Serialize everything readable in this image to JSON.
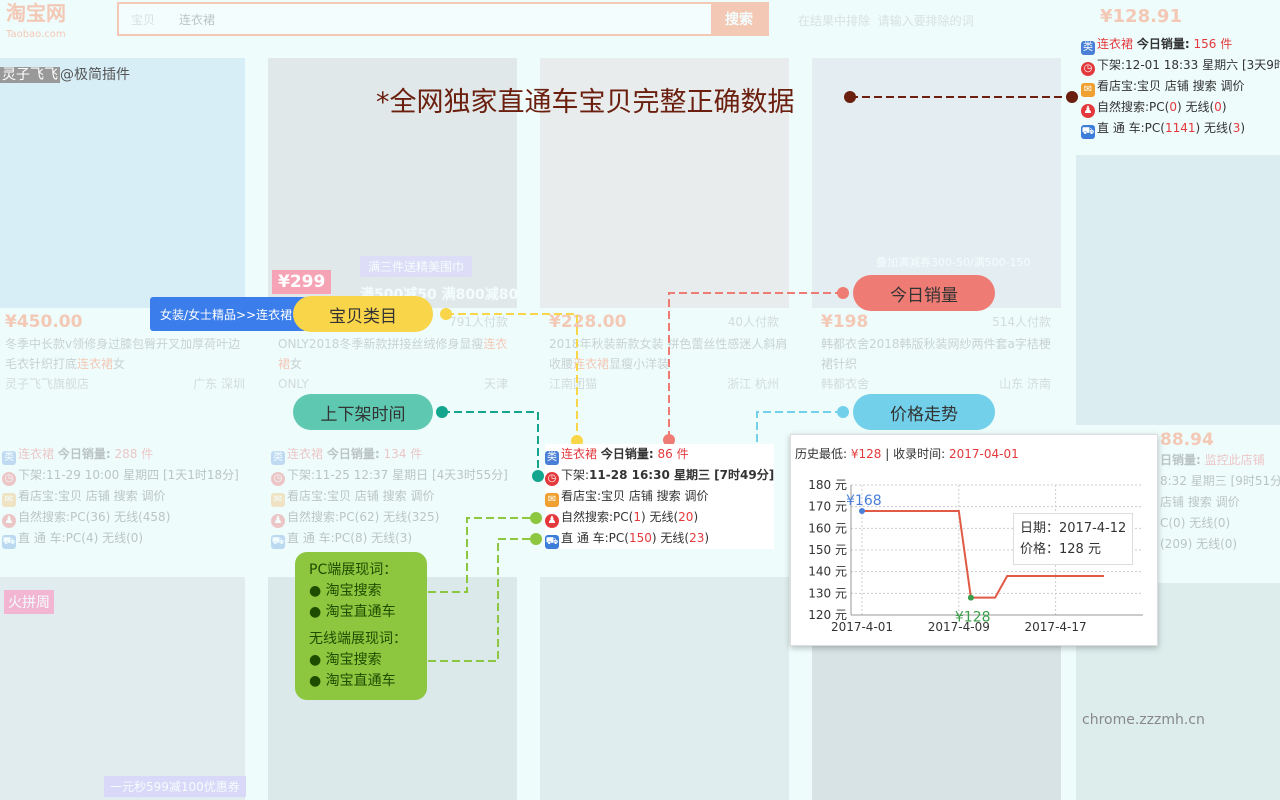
{
  "header": {
    "logo": "淘宝网",
    "logo_sub": "Taobao.com",
    "search_category": "宝贝",
    "search_query": "连衣裙",
    "search_button": "搜索",
    "exclude_label": "在结果中排除",
    "exclude_placeholder": "请输入要排除的词",
    "top_price": "¥128.91"
  },
  "plugin_tag": "@极简插件",
  "shop_tag": "灵子飞飞",
  "headline": "*全网独家直通车宝贝完整正确数据",
  "callouts": {
    "category": "宝贝类目",
    "category_path": "女装/女士精品>>连衣裙",
    "shelf_time": "上下架时间",
    "today_sales": "今日销量",
    "price_trend": "价格走势"
  },
  "keywords_box": {
    "pc_title": "PC端展现词：",
    "pc_items": [
      "淘宝搜索",
      "淘宝直通车"
    ],
    "mobile_title": "无线端展现词：",
    "mobile_items": [
      "淘宝搜索",
      "淘宝直通车"
    ]
  },
  "products": [
    {
      "price": "¥450.00",
      "title": "冬季中长款v领修身过膝包臀开叉加厚荷叶边毛衣针织打底",
      "kw": "连衣裙",
      "title_end": "女",
      "shop": "灵子飞飞旗舰店",
      "loc": "广东 深圳",
      "cat": "连衣裙",
      "sales_label": "今日销量:",
      "sales": "288 件",
      "shelf": "下架:11-29 10:00 星期四 [1天1时18分]",
      "tools": "看店宝:宝贝 店铺 搜索 调价",
      "natural": "自然搜索:PC(36) 无线(458)",
      "ztc": "直 通 车:PC(4) 无线(0)"
    },
    {
      "price": "¥299",
      "buyers": "791人付款",
      "title": "ONLY2018冬季新款拼接丝绒修身显瘦",
      "kw": "连衣裙",
      "title_end": "女",
      "shop": "ONLY",
      "loc": "天津",
      "cat": "连衣裙",
      "sales_label": "今日销量:",
      "sales": "134 件",
      "shelf": "下架:11-25 12:37 星期日 [4天3时55分]",
      "tools": "看店宝:宝贝 店铺 搜索 调价",
      "natural": "自然搜索:PC(62) 无线(325)",
      "ztc": "直 通 车:PC(8) 无线(3)",
      "banner": "满三件送精美围巾",
      "banner2": "满500减50 满800减80"
    },
    {
      "price": "¥228.00",
      "buyers": "40人付款",
      "title": "2018年秋装新款女装 拼色蕾丝性感迷人斜肩收腰",
      "kw": "连衣裙",
      "title_end": "显瘦小洋装",
      "shop": "江南团猫",
      "loc": "浙江 杭州",
      "cat": "连衣裙",
      "sales_label": "今日销量:",
      "sales": "86 件",
      "shelf_prefix": "下架:",
      "shelf": "11-28 16:30 星期三 [7时49分]",
      "tools": "看店宝:宝贝 店铺 搜索 调价",
      "natural_a": "自然搜索:PC(",
      "natural_pc": "1",
      "natural_b": ") 无线(",
      "natural_m": "20",
      "ztc_pc": "150",
      "ztc_m": "23",
      "ztc_a": "直 通 车:PC("
    },
    {
      "price": "¥198",
      "buyers": "514人付款",
      "title": "韩都衣舍2018韩版秋装网纱两件套a字桔梗裙针织",
      "shop": "韩都衣舍",
      "loc": "山东 济南",
      "banner": "叠加满减券300-50/满500-150"
    },
    {
      "price": "¥128.91",
      "price2": "88.94",
      "cat": "连衣裙",
      "sales_label": "今日销量:",
      "sales": "156 件",
      "shelf": "下架:12-01 18:33 星期六 [3天9时5",
      "tools": "看店宝:宝贝 店铺 搜索 调价",
      "natural_pc": "0",
      "natural_m": "0",
      "ztc_pc": "1141",
      "ztc_m": "3",
      "sales2": "监控此店铺",
      "shelf2": "8:32 星期三 [9时51分]",
      "natural2": "C(0) 无线(0)",
      "ztc2": "(209) 无线(0)"
    }
  ],
  "row2": {
    "promo1": "火拼周",
    "promo2": "一元秒599减100优惠券"
  },
  "price_chart": {
    "lowest_label": "历史最低:",
    "lowest": "¥128",
    "sep": "|",
    "since_label": "收录时间:",
    "since": "2017-04-01",
    "tooltip_date": "日期：2017-4-12",
    "tooltip_price": "价格：128 元",
    "max_label": "¥168",
    "min_label": "¥128"
  },
  "chart_data": {
    "type": "line",
    "x": [
      "2017-04-01",
      "2017-04-09",
      "2017-04-10",
      "2017-04-12",
      "2017-04-13",
      "2017-04-21"
    ],
    "values": [
      168,
      168,
      128,
      128,
      138,
      138
    ],
    "ylim": [
      120,
      180
    ],
    "yticks": [
      "120 元",
      "130 元",
      "140 元",
      "150 元",
      "160 元",
      "170 元",
      "180 元"
    ],
    "xticks": [
      "2017-4-01",
      "2017-4-09",
      "2017-4-17"
    ],
    "grid": true,
    "color": "#e05a45"
  },
  "watermark": "chrome.zzzmh.cn",
  "colors": {
    "yellow": "#f9d54a",
    "teal": "#5ec8b0",
    "red": "#ee7b74",
    "blue": "#72d0ea",
    "green": "#8dc63f",
    "accent": "#f40"
  }
}
